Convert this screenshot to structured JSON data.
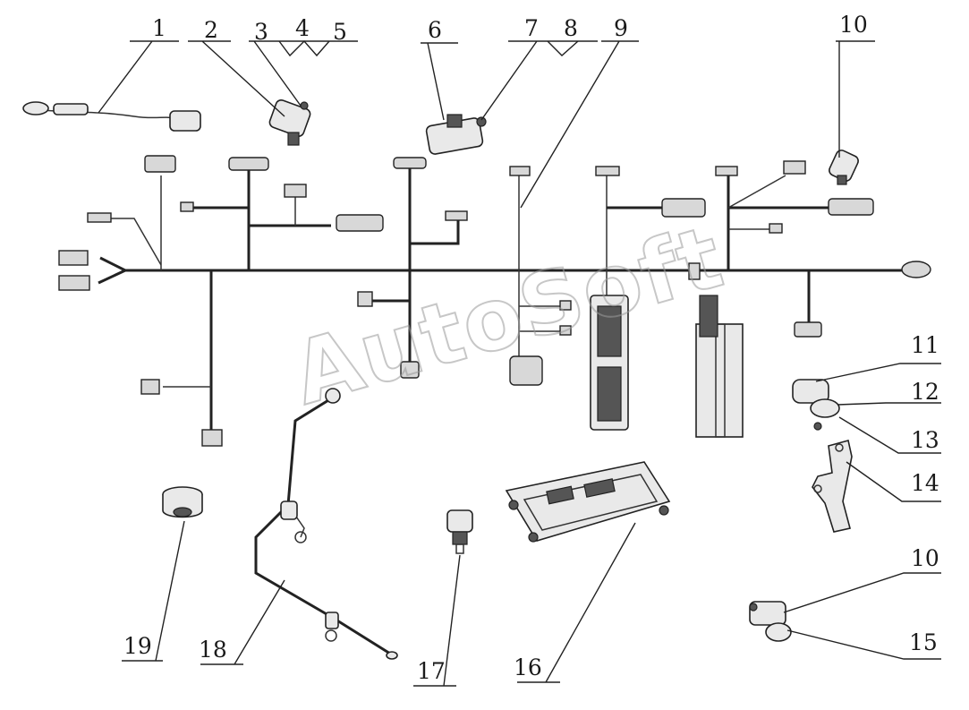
{
  "watermark": "AutoSoft",
  "callouts": [
    {
      "id": "c1",
      "label": "1"
    },
    {
      "id": "c2",
      "label": "2"
    },
    {
      "id": "c3",
      "label": "3"
    },
    {
      "id": "c4",
      "label": "4"
    },
    {
      "id": "c5",
      "label": "5"
    },
    {
      "id": "c6",
      "label": "6"
    },
    {
      "id": "c7",
      "label": "7"
    },
    {
      "id": "c8",
      "label": "8"
    },
    {
      "id": "c9",
      "label": "9"
    },
    {
      "id": "c10a",
      "label": "10"
    },
    {
      "id": "c11",
      "label": "11"
    },
    {
      "id": "c12",
      "label": "12"
    },
    {
      "id": "c13",
      "label": "13"
    },
    {
      "id": "c14",
      "label": "14"
    },
    {
      "id": "c10b",
      "label": "10"
    },
    {
      "id": "c15",
      "label": "15"
    },
    {
      "id": "c16",
      "label": "16"
    },
    {
      "id": "c17",
      "label": "17"
    },
    {
      "id": "c18",
      "label": "18"
    },
    {
      "id": "c19",
      "label": "19"
    }
  ]
}
